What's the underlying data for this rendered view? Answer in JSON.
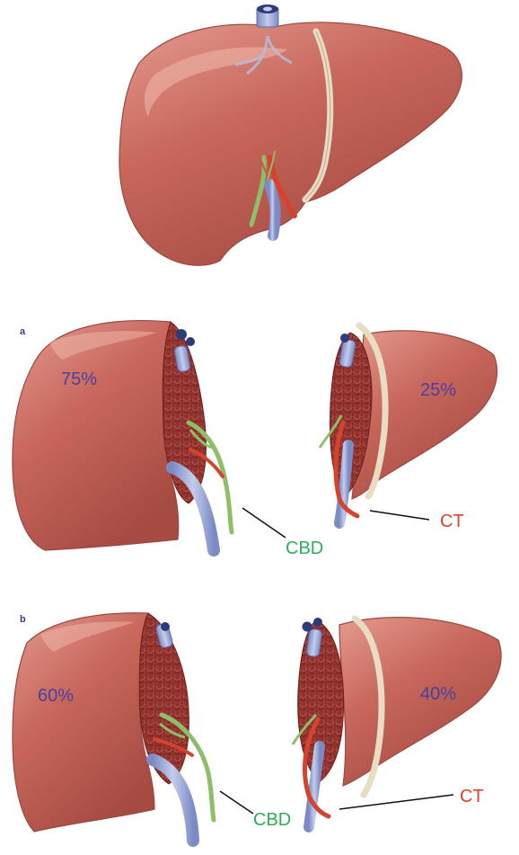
{
  "panels": [
    {
      "letter": "",
      "left_percent": "",
      "right_percent": ""
    },
    {
      "letter": "a",
      "left_percent": "75%",
      "right_percent": "25%",
      "cbd_label": "CBD",
      "ct_label": "CT"
    },
    {
      "letter": "b",
      "left_percent": "60%",
      "right_percent": "40%",
      "cbd_label": "CBD",
      "ct_label": "CT"
    }
  ],
  "colors": {
    "liver": "#c8675c",
    "liver_dark": "#a84c44",
    "parenchyma": "#8f2f2b",
    "percent_text": "#4a3fa0",
    "cbd": "#2fae57",
    "ct": "#d8432c",
    "bile_duct": "#8dbf6a",
    "artery": "#d5432f",
    "portal_vein": "#9aa8d6",
    "ligament": "#e8dcc2",
    "panel_letter": "#3a3a8c"
  }
}
